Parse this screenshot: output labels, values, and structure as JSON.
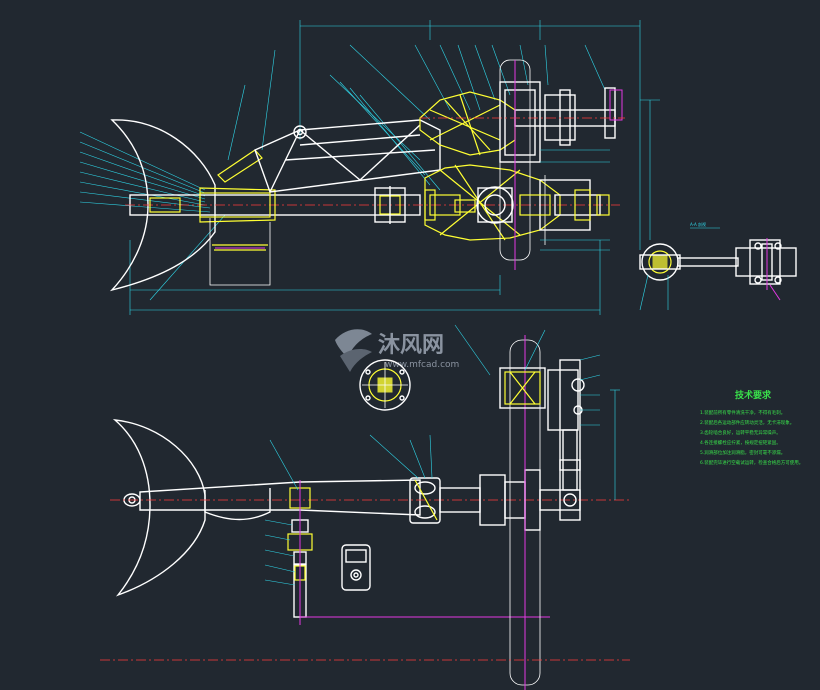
{
  "watermark": {
    "brand": "沐风网",
    "url": "www.mfcad.com"
  },
  "colors": {
    "background": "#212830",
    "outline": "#ffffff",
    "highlight": "#ffff33",
    "dimension": "#2fd6e8",
    "centerline": "#ff3b3b",
    "section": "#e238e2",
    "notes": "#39e04a"
  },
  "notes": {
    "title": "技术要求",
    "lines": [
      "1.装配前所有零件清洗干净，不得有毛刺。",
      "2.装配后各运动部件应转动灵活，无卡滞现象。",
      "3.齿轮啮合良好，运转平稳无异常噪声。",
      "4.各连接螺栓应拧紧，按规定扭矩紧固。",
      "5.润滑部位加注润滑脂，密封可靠不渗漏。",
      "6.装配完毕进行空载试运转，检查合格后方可使用。"
    ]
  },
  "view_labels": {
    "side_detail": "A-A 剖视"
  }
}
